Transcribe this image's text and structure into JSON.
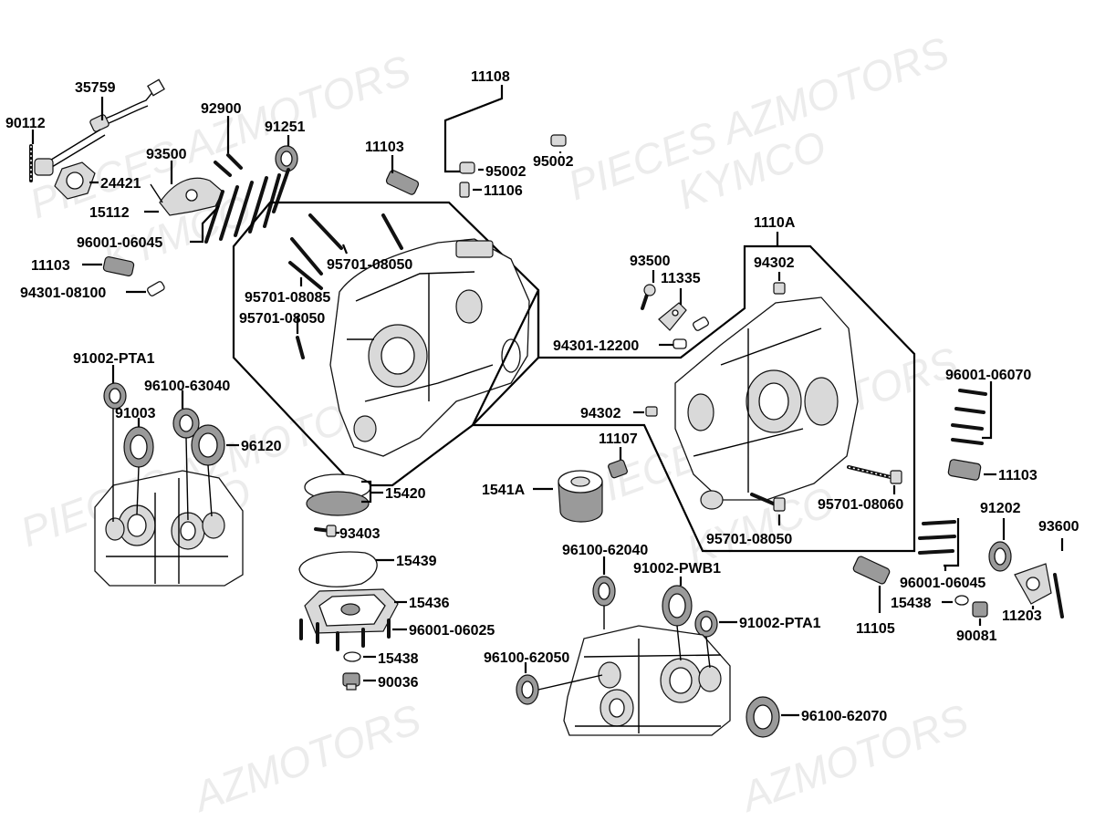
{
  "watermarks": [
    "PIECES AZMOTORS",
    "KYMCO",
    "PIECES AZMOTORS",
    "KYMCO",
    "PIECES AZMOTORS",
    "KYMCO",
    "PIECES AZMOTORS",
    "KYMCO",
    "AZMOTORS",
    "AZMOTORS"
  ],
  "labels": [
    "35759",
    "90112",
    "24421",
    "92900",
    "91251",
    "93500",
    "15112",
    "96001-06045",
    "11103",
    "94301-08100",
    "11108",
    "95002",
    "95002",
    "11106",
    "11103",
    "95701-08050",
    "95701-08085",
    "95701-08050",
    "1110A",
    "94302",
    "93500",
    "11335",
    "94301-12200",
    "91002-PTA1",
    "96100-63040",
    "91003",
    "96120",
    "94302",
    "96001-06070",
    "11107",
    "11103",
    "15420",
    "1541A",
    "95701-08060",
    "95701-08050",
    "93403",
    "15439",
    "15436",
    "96001-06025",
    "15438",
    "90036",
    "96100-62040",
    "91002-PWB1",
    "91002-PTA1",
    "96100-62050",
    "96100-62070",
    "91202",
    "93600",
    "96001-06045",
    "15438",
    "11105",
    "90081",
    "11203"
  ]
}
